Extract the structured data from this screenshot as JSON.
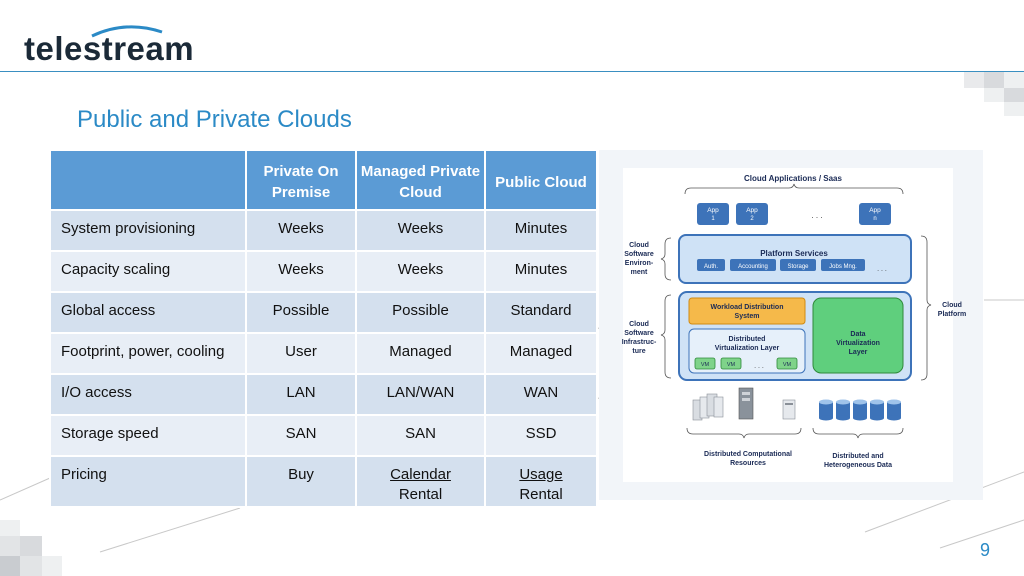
{
  "brand": {
    "logo_text": "telestream"
  },
  "title": "Public and Private Clouds",
  "page_number": "9",
  "table": {
    "headers": [
      "",
      "Private On Premise",
      "Managed Private Cloud",
      "Public Cloud"
    ],
    "rows": [
      {
        "label": "System provisioning",
        "private": "Weeks",
        "managed": "Weeks",
        "public": "Minutes"
      },
      {
        "label": "Capacity scaling",
        "private": "Weeks",
        "managed": "Weeks",
        "public": "Minutes"
      },
      {
        "label": "Global access",
        "private": "Possible",
        "managed": "Possible",
        "public": "Standard"
      },
      {
        "label": "Footprint, power, cooling",
        "private": "User",
        "managed": "Managed",
        "public": "Managed"
      },
      {
        "label": "I/O access",
        "private": "LAN",
        "managed": "LAN/WAN",
        "public": "WAN"
      },
      {
        "label": "Storage speed",
        "private": "SAN",
        "managed": "SAN",
        "public": "SSD"
      },
      {
        "label": "Pricing",
        "private": "Buy",
        "managed_u": "Calendar",
        "managed_rest": "Rental",
        "public_u": "Usage",
        "public_rest": " Rental"
      }
    ]
  },
  "diagram": {
    "top_label": "Cloud Applications / Saas",
    "apps": [
      "App",
      "1",
      "App",
      "2",
      "App",
      "n"
    ],
    "app_ellipsis": ". . .",
    "software_env": [
      "Cloud",
      "Software",
      "Environ-",
      "ment"
    ],
    "software_infra": [
      "Cloud",
      "Software",
      "Infrastruc-",
      "ture"
    ],
    "platform_label": [
      "Cloud",
      "Platform"
    ],
    "platform_services": "Platform Services",
    "services": [
      "Auth.",
      "Accounting",
      "Storage",
      "Jobs Mng."
    ],
    "services_ellipsis": ". . .",
    "workload": [
      "Workload Distribution",
      "System"
    ],
    "virtualization": [
      "Distributed",
      "Virtualization Layer"
    ],
    "vms": [
      "VM",
      "VM",
      "VM"
    ],
    "vm_ellipsis": ". . .",
    "data_layer": [
      "Data",
      "Virtualization",
      "Layer"
    ],
    "bottom_left": [
      "Distributed Computational",
      "Resources"
    ],
    "bottom_right": [
      "Distributed and",
      "Heterogeneous Data"
    ]
  },
  "colors": {
    "accent": "#2b8ac6",
    "table_header": "#5b9bd5",
    "row_light": "#e8eef6",
    "row_dark": "#d4e0ee"
  }
}
